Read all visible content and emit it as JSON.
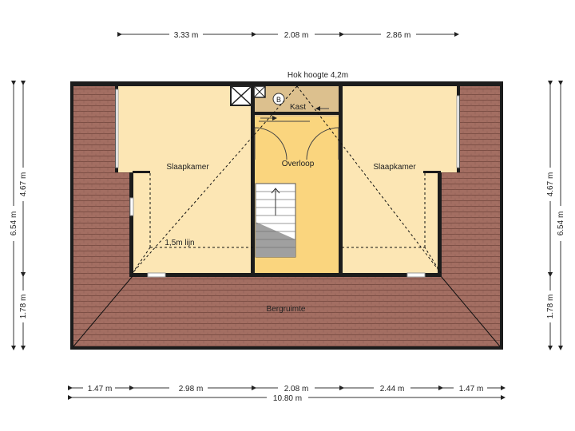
{
  "annotations": {
    "hok_hoogte": "Hok hoogte 4,2m",
    "line_15m": "1,5m lijn"
  },
  "rooms": {
    "slaapkamer_left": "Slaapkamer",
    "slaapkamer_right": "Slaapkamer",
    "overloop": "Overloop",
    "kast": "Kast",
    "bergruimte": "Bergruimte"
  },
  "dimensions": {
    "top": [
      "3.33 m",
      "2.08 m",
      "2.86 m"
    ],
    "bottom_row1": [
      "1.47 m",
      "2.98 m",
      "2.08 m",
      "2.44 m",
      "1.47 m"
    ],
    "bottom_total": "10.80 m",
    "left_total": "6.54 m",
    "left_upper": "4.67 m",
    "left_lower": "1.78 m",
    "right_total": "6.54 m",
    "right_upper": "4.67 m",
    "right_lower": "1.78 m"
  },
  "colors": {
    "roof": "#a36e62",
    "roof_line": "#7d4f45",
    "room_fill": "#fce6b4",
    "overloop_fill": "#fad57e",
    "kast_fill": "#dcc08e",
    "wall": "#1c1c1c"
  },
  "icons": {
    "boiler": "boiler-icon",
    "ventilation": "ventilation-box-icon",
    "staircase": "staircase-icon"
  }
}
